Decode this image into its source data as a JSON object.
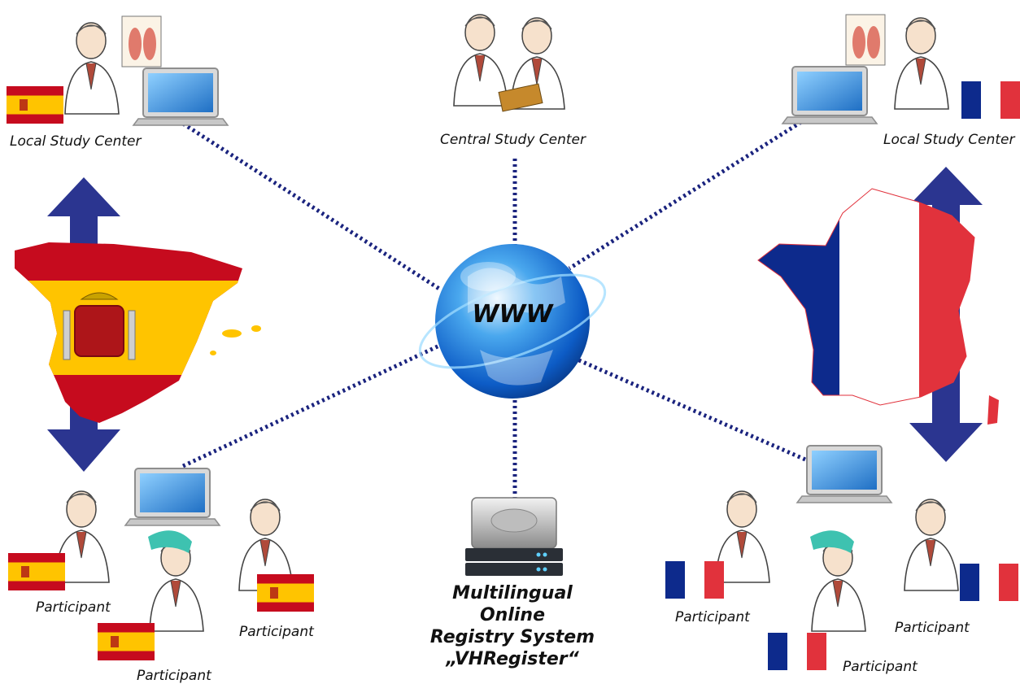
{
  "center": {
    "label": "WWW"
  },
  "labels": {
    "local_left": "Local Study Center",
    "central": "Central Study Center",
    "local_right": "Local Study Center",
    "participant": "Participant"
  },
  "registry": {
    "line1": "Multilingual",
    "line2": "Online",
    "line3": "Registry System",
    "line4": "„VHRegister“"
  },
  "colors": {
    "link_dotted": "#1a237e",
    "arrow": "#2b3590",
    "spain_red": "#c60b1e",
    "spain_yellow": "#ffc400",
    "france_blue": "#0d2a8c",
    "france_red": "#e1323c"
  },
  "icons": [
    "globe-icon",
    "server-icon",
    "laptop-icon",
    "doctor-icon",
    "spain-flag-icon",
    "france-flag-icon",
    "spain-map-icon",
    "france-map-icon",
    "double-arrow-icon"
  ]
}
